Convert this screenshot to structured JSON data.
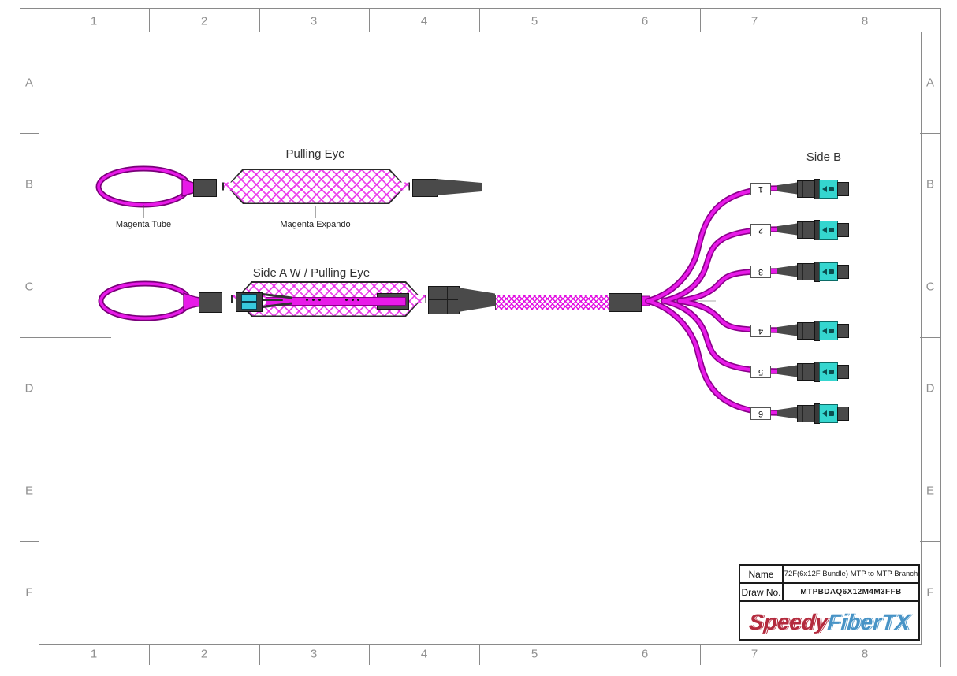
{
  "frame": {
    "columns": [
      "1",
      "2",
      "3",
      "4",
      "5",
      "6",
      "7",
      "8"
    ],
    "rows": [
      "A",
      "B",
      "C",
      "D",
      "E",
      "F"
    ]
  },
  "pulling_eye": {
    "title": "Pulling Eye",
    "tube_label": "Magenta Tube",
    "expando_label": "Magenta Expando"
  },
  "side_a": {
    "title": "Side A W / Pulling Eye"
  },
  "side_b": {
    "label": "Side B",
    "legs": [
      "1",
      "2",
      "3",
      "4",
      "5",
      "6"
    ]
  },
  "title_block": {
    "name_label": "Name",
    "name_value": "72F(6x12F Bundle) MTP to MTP Branch",
    "draw_label": "Draw No.",
    "draw_value": "MTPBDAQ6X12M4M3FFB",
    "logo_part1": "Speedy",
    "logo_part2": "FiberTX"
  },
  "colors": {
    "cable_magenta": "#E81AE8",
    "cable_edge": "#8B008B",
    "hardware_gray": "#4a4a4a",
    "connector_aqua": "#35D6CF",
    "logo_red": "#B42B3E",
    "logo_blue": "#4793C6"
  }
}
